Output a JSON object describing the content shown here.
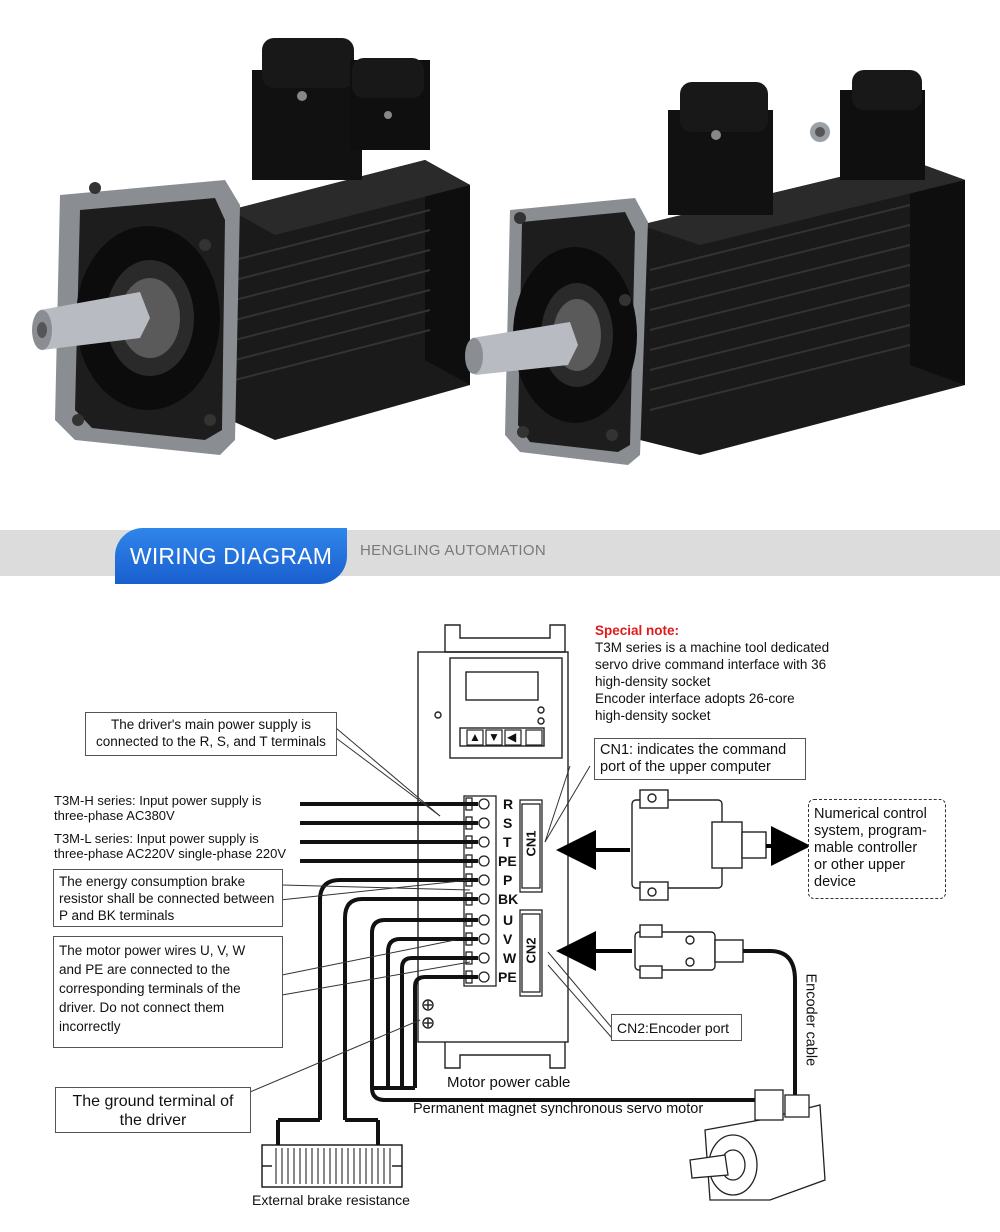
{
  "banner": {
    "title": "WIRING DIAGRAM",
    "subtitle": "HENGLING AUTOMATION"
  },
  "notes": {
    "special_title": "Special note:",
    "special_lines": [
      "T3M series is a machine tool dedicated",
      "servo drive command interface with 36",
      "high-density socket",
      "Encoder interface adopts 26-core",
      "high-density socket"
    ],
    "main_power": [
      "The driver's main power supply is",
      "connected to the R, S, and T terminals"
    ],
    "t3mh": [
      "T3M-H series: Input power supply is",
      "three-phase AC380V"
    ],
    "t3ml": [
      "T3M-L series: Input power supply is",
      "three-phase AC220V single-phase 220V"
    ],
    "brake": [
      "The energy consumption brake",
      "resistor shall be connected between",
      "P and BK terminals"
    ],
    "motor_wires": [
      "The motor power wires U, V, W",
      "and PE are connected to the",
      "corresponding terminals of the",
      "driver. Do not connect them",
      "incorrectly"
    ],
    "ground": [
      "The ground terminal of",
      "the driver"
    ],
    "cn1": [
      "CN1: indicates the command",
      "port of the upper computer"
    ],
    "cn2": "CN2:Encoder port",
    "nc": [
      "Numerical control",
      "system, program-",
      "mable controller",
      "or other upper",
      "device"
    ],
    "encoder_cable": "Encoder cable",
    "motor_power_cable": "Motor power cable",
    "servo_motor": "Permanent magnet synchronous servo motor",
    "brake_resistance": "External brake resistance"
  },
  "terminals": [
    "R",
    "S",
    "T",
    "PE",
    "P",
    "BK",
    "U",
    "V",
    "W",
    "PE"
  ],
  "connectors": {
    "cn1": "CN1",
    "cn2": "CN2"
  },
  "keypad": [
    "▲",
    "▼",
    "◀"
  ],
  "colors": {
    "banner_blue": "#1f6fe0",
    "special_red": "#e01b1b",
    "banner_gray": "#dcdcdc"
  }
}
